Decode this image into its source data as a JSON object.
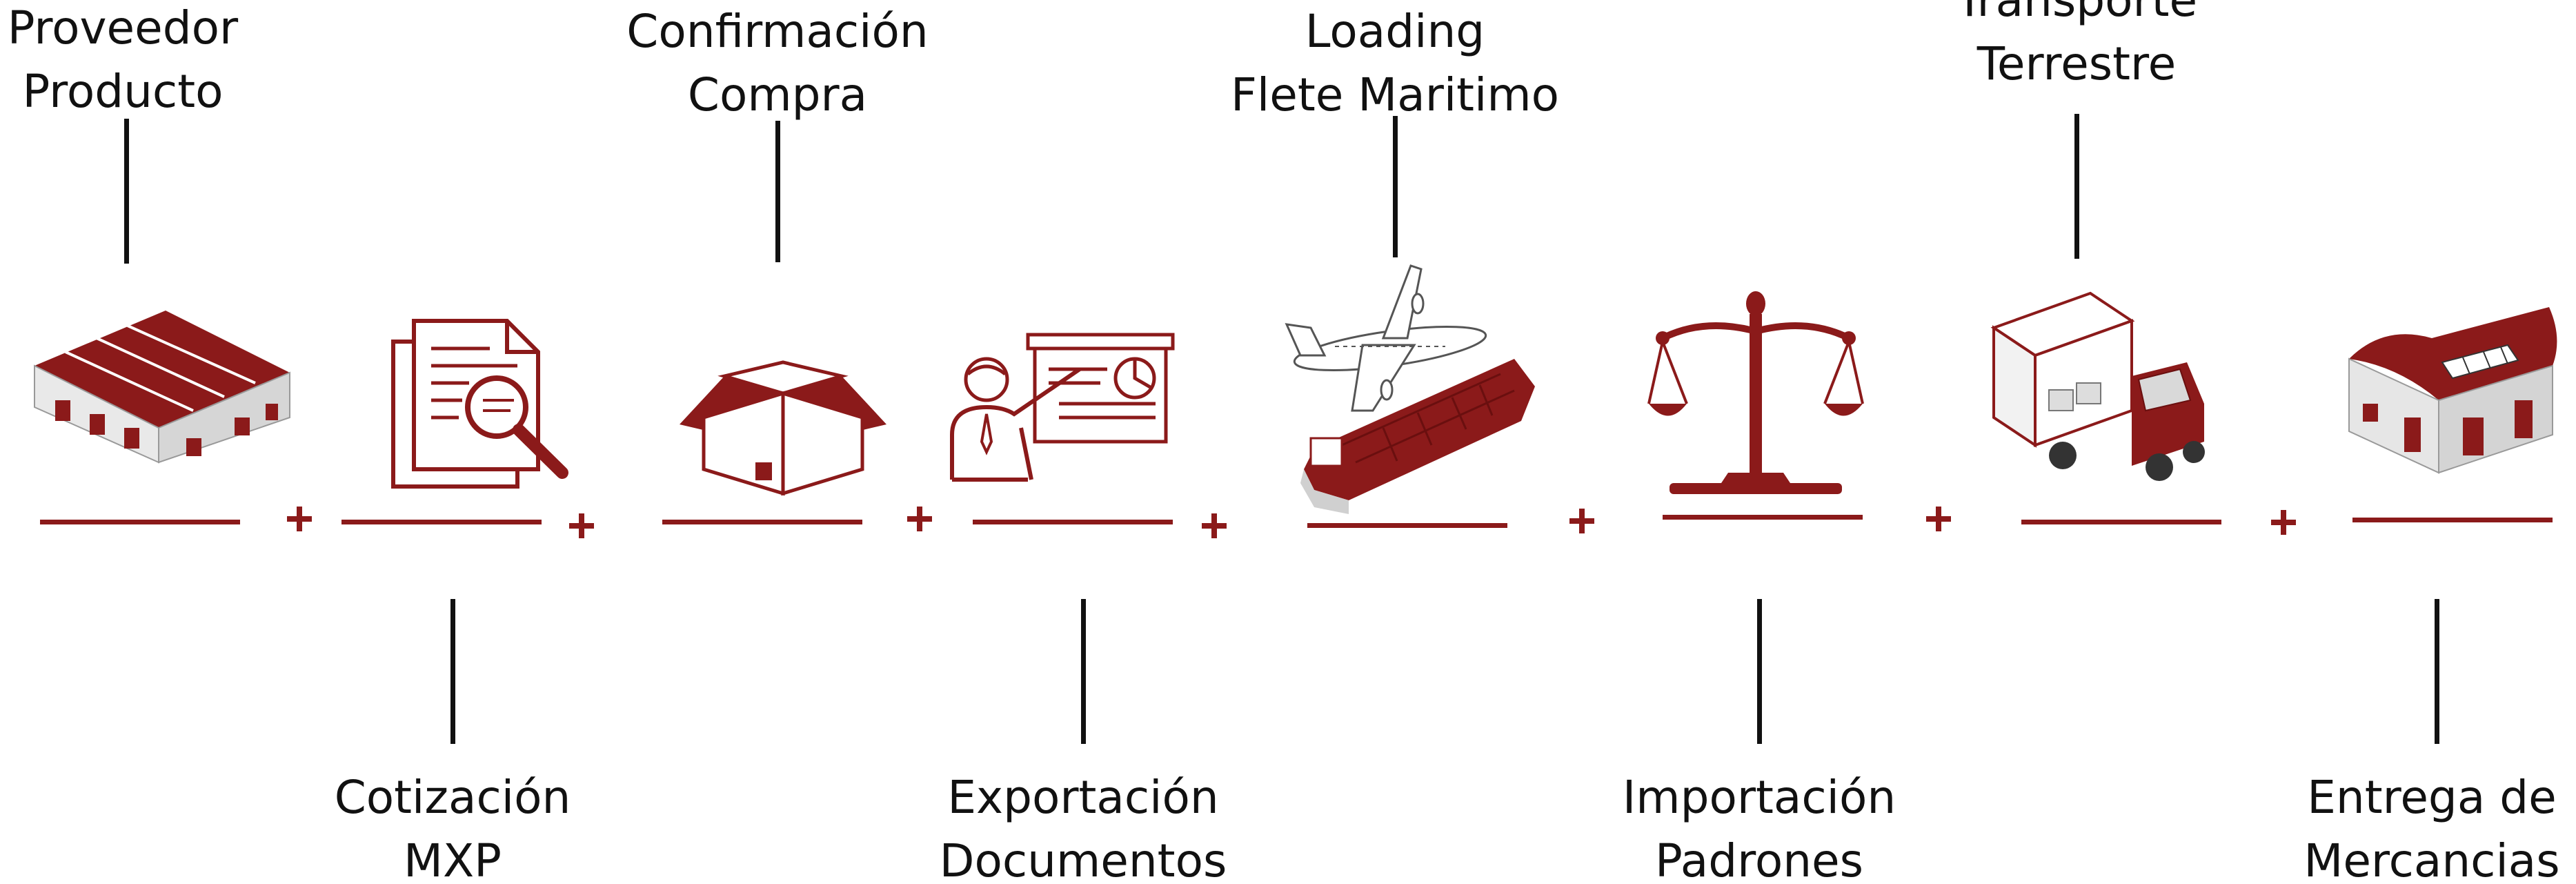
{
  "colors": {
    "accent": "#8b1a1a",
    "connector": "#111111",
    "text": "#111111"
  },
  "steps": [
    {
      "icon": "warehouse-icon",
      "lines": [
        "Proveedor",
        "Producto"
      ],
      "position": "top"
    },
    {
      "icon": "document-search-icon",
      "lines": [
        "Cotización",
        "MXP"
      ],
      "position": "bottom"
    },
    {
      "icon": "open-box-icon",
      "lines": [
        "Confirmación",
        "Compra"
      ],
      "position": "top"
    },
    {
      "icon": "presentation-icon",
      "lines": [
        "Exportación",
        "Documentos"
      ],
      "position": "bottom"
    },
    {
      "icon": "airplane-ship-icon",
      "lines": [
        "Loading",
        "Flete Maritimo"
      ],
      "position": "top"
    },
    {
      "icon": "scales-icon",
      "lines": [
        "Importación",
        "Padrones"
      ],
      "position": "bottom"
    },
    {
      "icon": "delivery-truck-icon",
      "lines": [
        "Transporte",
        "Terrestre"
      ],
      "position": "top"
    },
    {
      "icon": "storage-building-icon",
      "lines": [
        "Entrega de",
        "Mercancias"
      ],
      "position": "bottom"
    }
  ],
  "connector_symbol": "+"
}
